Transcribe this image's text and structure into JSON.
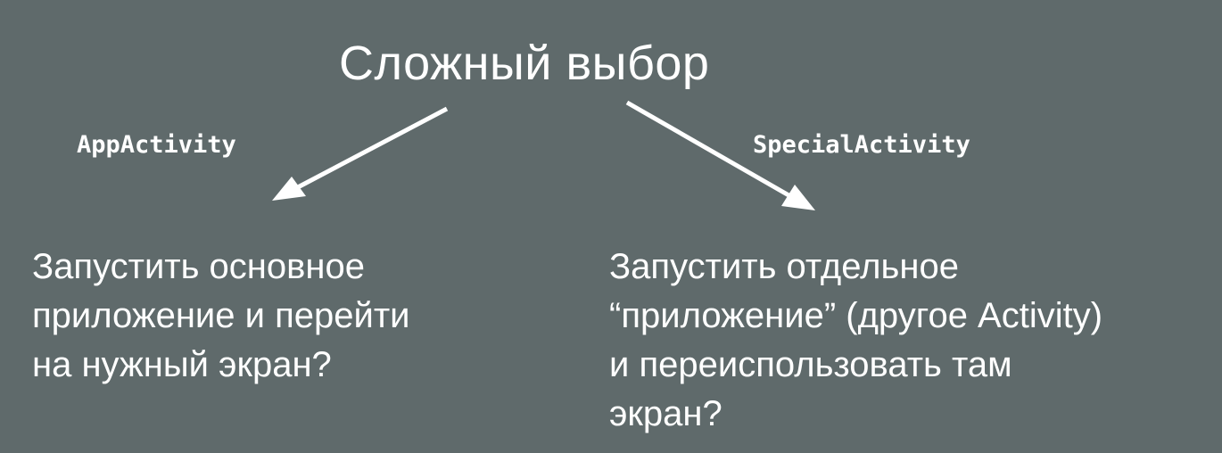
{
  "title": "Сложный выбор",
  "colors": {
    "background": "#5f6a6b",
    "foreground": "#ffffff"
  },
  "branches": [
    {
      "label": "AppActivity",
      "lines": [
        "Запустить основное",
        "приложение и перейти",
        "на нужный экран?"
      ]
    },
    {
      "label": "SpecialActivity",
      "lines": [
        "Запустить отдельное",
        "“приложение” (другое Activity)",
        "и переиспользовать там",
        "экран?"
      ]
    }
  ]
}
